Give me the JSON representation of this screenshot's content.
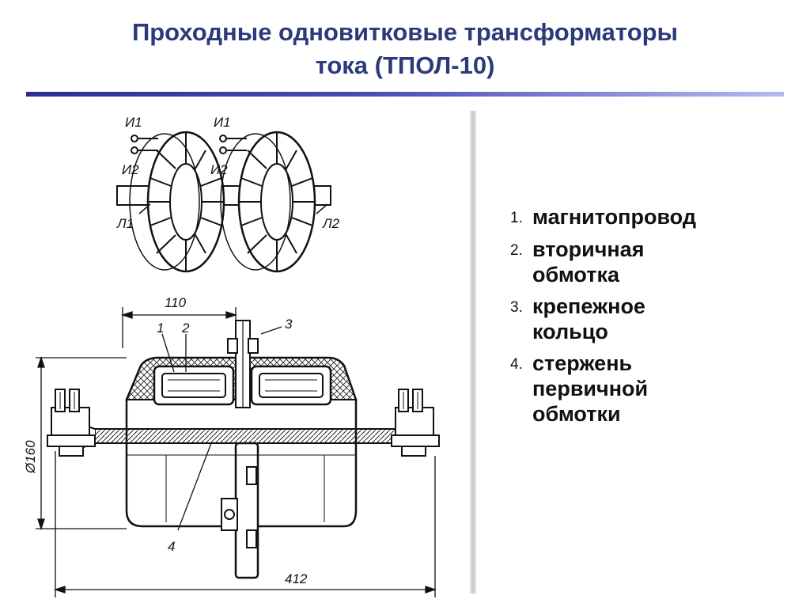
{
  "title": {
    "line1": "Проходные одновитковые трансформаторы",
    "line2": "тока (ТПОЛ-10)"
  },
  "drawing": {
    "terminal_labels": {
      "i1_left": "И1",
      "i2_left": "И2",
      "i1_right": "И1",
      "i2_right": "И2",
      "l1": "Л1",
      "l2": "Л2"
    },
    "dimensions": {
      "width_110": "110",
      "length_412": "412",
      "diameter_160": "Ø160"
    },
    "callouts": [
      "1",
      "2",
      "3",
      "4"
    ]
  },
  "legend": {
    "items": [
      {
        "num": "1.",
        "text": "магнитопровод"
      },
      {
        "num": "2.",
        "text": "вторичная\nобмотка"
      },
      {
        "num": "3.",
        "text": "крепежное\nкольцо"
      },
      {
        "num": "4.",
        "text": "стержень\nпервичной\nобмотки"
      }
    ]
  }
}
